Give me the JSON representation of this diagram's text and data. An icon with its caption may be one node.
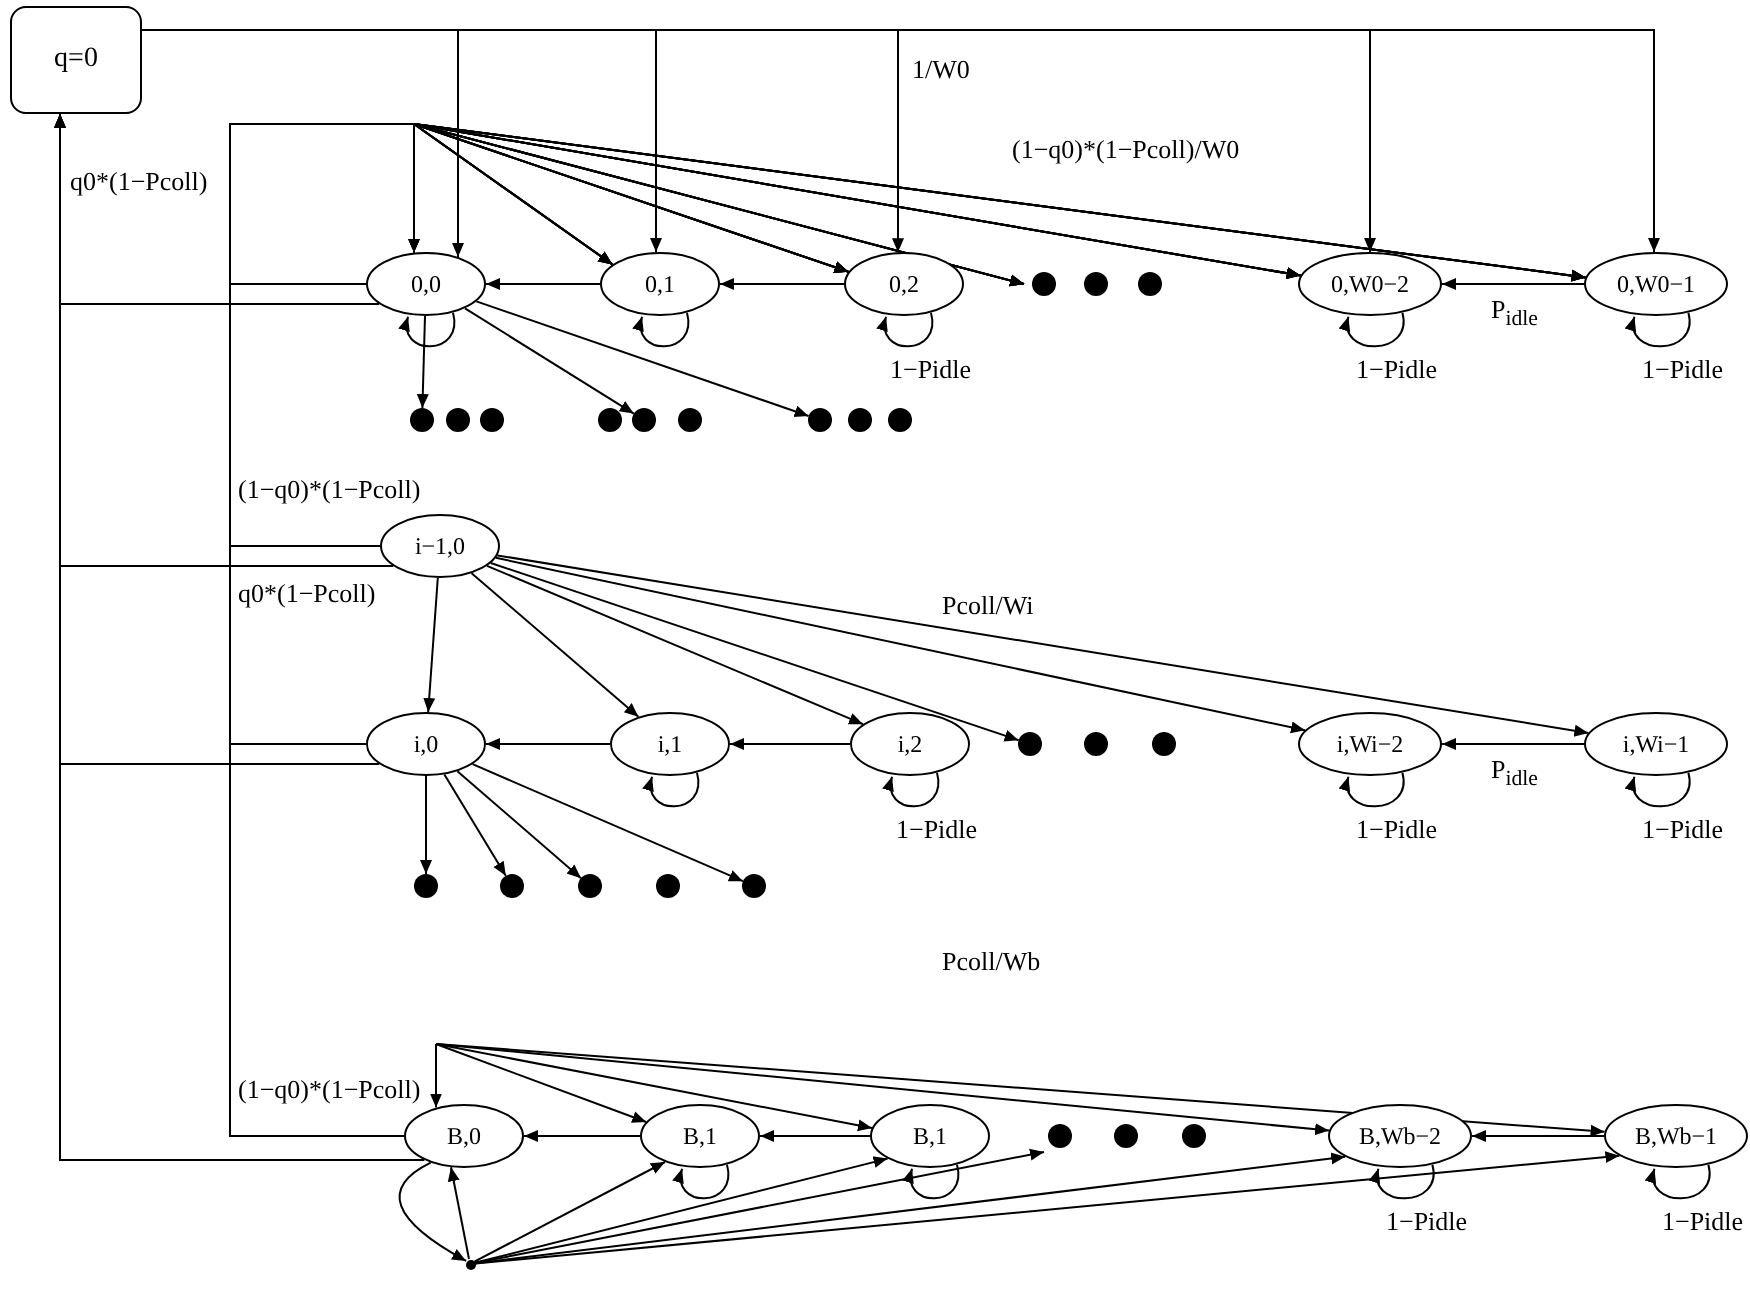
{
  "diagram": {
    "nodes": [
      {
        "text": [
          "q=0"
        ]
      },
      {
        "text": [
          "0,0"
        ]
      },
      {
        "text": [
          "0,1"
        ]
      },
      {
        "text": [
          "0,2"
        ]
      },
      {
        "text": [
          "0,W0−2"
        ]
      },
      {
        "text": [
          "0,W0−1"
        ]
      },
      {
        "text": [
          "i−1,0"
        ]
      },
      {
        "text": [
          "i,0"
        ]
      },
      {
        "text": [
          "i,1"
        ]
      },
      {
        "text": [
          "i,2"
        ]
      },
      {
        "text": [
          "i,Wi−2"
        ]
      },
      {
        "text": [
          "i,Wi−1"
        ]
      },
      {
        "text": [
          "B,0"
        ]
      },
      {
        "text": [
          "B,1"
        ]
      },
      {
        "text": [
          "B,1"
        ]
      },
      {
        "text": [
          "B,Wb−2"
        ]
      },
      {
        "text": [
          "B,Wb−1"
        ]
      },
      {
        "text": [],
        "shape": "point"
      },
      {
        "text": [],
        "shape": "dot"
      },
      {
        "text": [],
        "shape": "dot"
      },
      {
        "text": [],
        "shape": "dot"
      },
      {
        "text": [],
        "shape": "dot"
      },
      {
        "text": [],
        "shape": "dot"
      },
      {
        "text": [],
        "shape": "dot"
      },
      {
        "text": [],
        "shape": "dot"
      },
      {
        "text": [],
        "shape": "dot"
      },
      {
        "text": [],
        "shape": "dot"
      },
      {
        "text": [],
        "shape": "dot"
      },
      {
        "text": [],
        "shape": "dot"
      },
      {
        "text": [],
        "shape": "dot"
      },
      {
        "text": [],
        "shape": "dot"
      },
      {
        "text": [],
        "shape": "dot"
      },
      {
        "text": [],
        "shape": "dot"
      },
      {
        "text": [],
        "shape": "dot"
      },
      {
        "text": [],
        "shape": "dot"
      },
      {
        "text": [],
        "shape": "dot"
      },
      {
        "text": [],
        "shape": "dot"
      },
      {
        "text": [],
        "shape": "dot"
      },
      {
        "text": [],
        "shape": "dot"
      },
      {
        "text": [],
        "shape": "dot"
      },
      {
        "text": [],
        "shape": "dot"
      }
    ],
    "edges": [
      {
        "from": 0,
        "to": 1,
        "arrow": "to"
      },
      {
        "from": 0,
        "to": 2,
        "arrow": "to"
      },
      {
        "from": 0,
        "to": 3,
        "arrow": "to",
        "label": "1/W0"
      },
      {
        "from": 0,
        "to": 4,
        "arrow": "to"
      },
      {
        "from": 0,
        "to": 5,
        "arrow": "to"
      },
      {
        "from": 1,
        "to": 0,
        "arrow": "to",
        "label": "q0*(1−Pcoll)"
      },
      {
        "from": 6,
        "to": 0,
        "arrow": "to",
        "label": "q0*(1−Pcoll)"
      },
      {
        "from": 7,
        "to": 0,
        "arrow": "to"
      },
      {
        "from": 12,
        "to": 0,
        "arrow": "to"
      },
      {
        "from": 1,
        "to": 1,
        "arrow": "to"
      },
      {
        "from": 1,
        "to": 2,
        "arrow": "to"
      },
      {
        "from": 1,
        "to": 3,
        "arrow": "to"
      },
      {
        "from": 1,
        "to": 18,
        "arrow": "to"
      },
      {
        "from": 1,
        "to": 4,
        "arrow": "to",
        "label": "(1−q0)*(1−Pcoll)/W0"
      },
      {
        "from": 1,
        "to": 5,
        "arrow": "to"
      },
      {
        "from": 6,
        "to": 1,
        "arrow": "to",
        "label": "(1−q0)*(1−Pcoll)"
      },
      {
        "from": 6,
        "to": 2,
        "arrow": "to"
      },
      {
        "from": 6,
        "to": 3,
        "arrow": "to"
      },
      {
        "from": 6,
        "to": 18,
        "arrow": "to"
      },
      {
        "from": 6,
        "to": 4,
        "arrow": "to"
      },
      {
        "from": 6,
        "to": 5,
        "arrow": "to"
      },
      {
        "from": 7,
        "to": 1,
        "arrow": "to"
      },
      {
        "from": 7,
        "to": 2,
        "arrow": "to"
      },
      {
        "from": 7,
        "to": 3,
        "arrow": "to"
      },
      {
        "from": 7,
        "to": 18,
        "arrow": "to"
      },
      {
        "from": 7,
        "to": 4,
        "arrow": "to"
      },
      {
        "from": 7,
        "to": 5,
        "arrow": "to"
      },
      {
        "from": 12,
        "to": 1,
        "arrow": "to",
        "label": "(1−q0)*(1−Pcoll)"
      },
      {
        "from": 12,
        "to": 2,
        "arrow": "to"
      },
      {
        "from": 12,
        "to": 3,
        "arrow": "to"
      },
      {
        "from": 12,
        "to": 18,
        "arrow": "to"
      },
      {
        "from": 12,
        "to": 4,
        "arrow": "to"
      },
      {
        "from": 12,
        "to": 5,
        "arrow": "to"
      },
      {
        "from": 2,
        "to": 1,
        "arrow": "to"
      },
      {
        "from": 3,
        "to": 2,
        "arrow": "to"
      },
      {
        "from": 5,
        "to": 4,
        "arrow": "to",
        "label": "P$_{idle}$"
      },
      {
        "from": 2,
        "to": 2,
        "arrow": "to"
      },
      {
        "from": 3,
        "to": 3,
        "arrow": "to",
        "label": "1−Pidle"
      },
      {
        "from": 4,
        "to": 4,
        "arrow": "to",
        "label": "1−Pidle"
      },
      {
        "from": 5,
        "to": 5,
        "arrow": "to",
        "label": "1−Pidle"
      },
      {
        "from": 1,
        "to": 21,
        "arrow": "to"
      },
      {
        "from": 1,
        "to": 25,
        "arrow": "to"
      },
      {
        "from": 1,
        "to": 27,
        "arrow": "to"
      },
      {
        "from": 6,
        "to": 7,
        "arrow": "to"
      },
      {
        "from": 6,
        "to": 8,
        "arrow": "to"
      },
      {
        "from": 6,
        "to": 9,
        "arrow": "to"
      },
      {
        "from": 6,
        "to": 30,
        "arrow": "to"
      },
      {
        "from": 6,
        "to": 10,
        "arrow": "to",
        "label": "Pcoll/Wi"
      },
      {
        "from": 6,
        "to": 11,
        "arrow": "to"
      },
      {
        "from": 8,
        "to": 7,
        "arrow": "to"
      },
      {
        "from": 9,
        "to": 8,
        "arrow": "to"
      },
      {
        "from": 11,
        "to": 10,
        "arrow": "to",
        "label": "P$_{idle}$"
      },
      {
        "from": 8,
        "to": 8,
        "arrow": "to"
      },
      {
        "from": 9,
        "to": 9,
        "arrow": "to",
        "label": "1−Pidle"
      },
      {
        "from": 10,
        "to": 10,
        "arrow": "to",
        "label": "1−Pidle"
      },
      {
        "from": 11,
        "to": 11,
        "arrow": "to",
        "label": "1−Pidle"
      },
      {
        "from": 7,
        "to": 33,
        "arrow": "to"
      },
      {
        "from": 7,
        "to": 34,
        "arrow": "to"
      },
      {
        "from": 7,
        "to": 35,
        "arrow": "to"
      },
      {
        "from": 7,
        "to": 37,
        "arrow": "to"
      },
      {
        "from": null,
        "to": 12,
        "arrow": "to"
      },
      {
        "from": null,
        "to": 13,
        "arrow": "to"
      },
      {
        "from": null,
        "to": 14,
        "arrow": "to"
      },
      {
        "from": null,
        "to": 15,
        "arrow": "to",
        "label": "Pcoll/Wb"
      },
      {
        "from": null,
        "to": 16,
        "arrow": "to"
      },
      {
        "from": 13,
        "to": 12,
        "arrow": "to"
      },
      {
        "from": 14,
        "to": 13,
        "arrow": "to"
      },
      {
        "from": 16,
        "to": 15,
        "arrow": "to"
      },
      {
        "from": 13,
        "to": 13,
        "arrow": "to"
      },
      {
        "from": 14,
        "to": 14,
        "arrow": "to"
      },
      {
        "from": 15,
        "to": 15,
        "arrow": "to",
        "label": "1−Pidle"
      },
      {
        "from": 16,
        "to": 16,
        "arrow": "to",
        "label": "1−Pidle"
      },
      {
        "from": 12,
        "to": 17,
        "arrow": "to"
      },
      {
        "from": 17,
        "to": 12,
        "arrow": "to"
      },
      {
        "from": 17,
        "to": 13,
        "arrow": "to"
      },
      {
        "from": 17,
        "to": 14,
        "arrow": "to"
      },
      {
        "from": 17,
        "to": 38,
        "arrow": "to"
      },
      {
        "from": 17,
        "to": 15,
        "arrow": "to"
      },
      {
        "from": 17,
        "to": 16,
        "arrow": "to"
      }
    ]
  }
}
